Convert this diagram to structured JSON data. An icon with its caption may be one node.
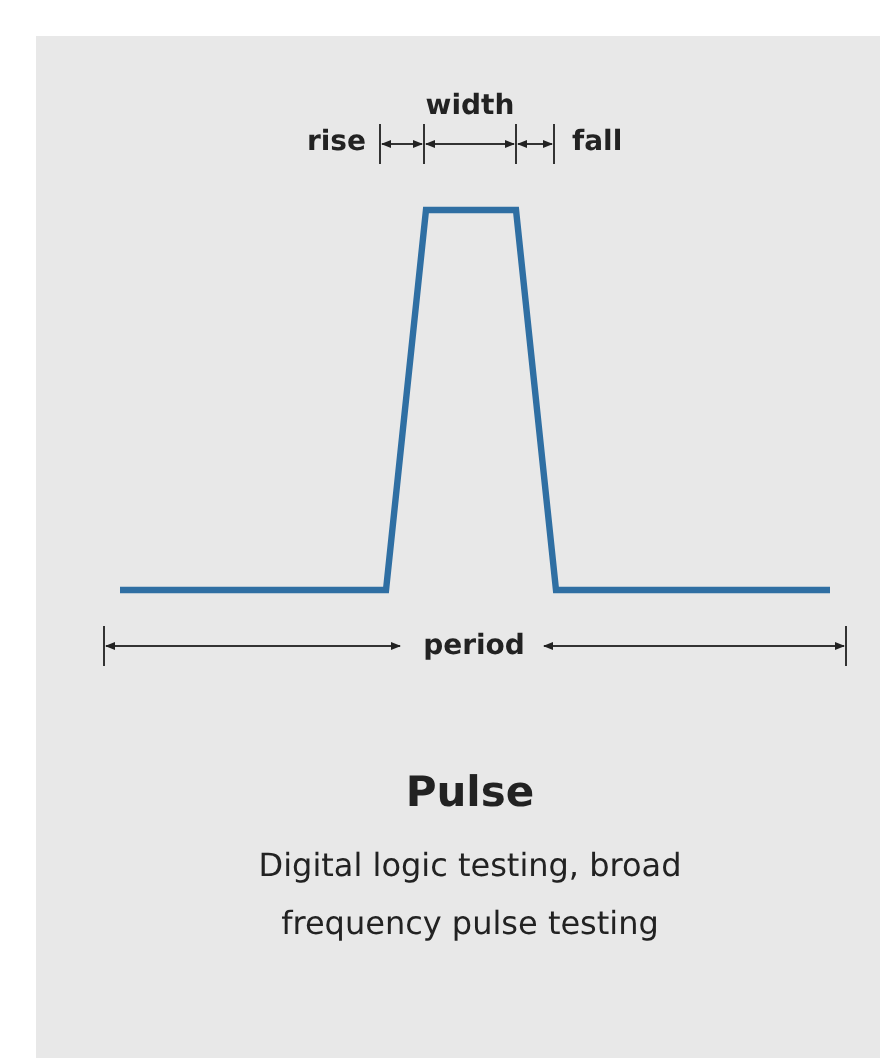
{
  "diagram": {
    "title": "Pulse",
    "caption": "Digital logic testing, broad frequency pulse testing",
    "labels": [
      "rise",
      "width",
      "fall",
      "period"
    ]
  }
}
